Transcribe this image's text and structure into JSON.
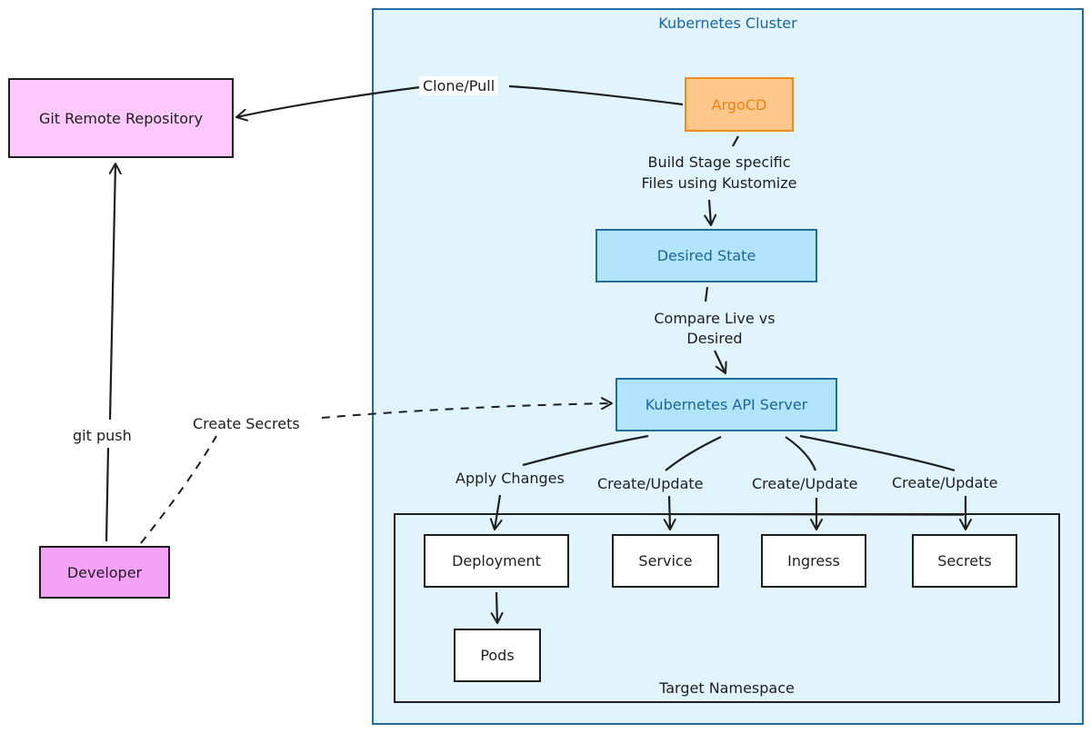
{
  "cluster": {
    "title": "Kubernetes Cluster"
  },
  "namespace": {
    "title": "Target Namespace"
  },
  "nodes": {
    "git": "Git Remote Repository",
    "developer": "Developer",
    "argocd": "ArgoCD",
    "desired_state": "Desired State",
    "api_server": "Kubernetes API Server",
    "deployment": "Deployment",
    "service": "Service",
    "ingress": "Ingress",
    "secrets": "Secrets",
    "pods": "Pods"
  },
  "edges": {
    "clone_pull": "Clone/Pull",
    "build_line1": "Build Stage specific",
    "build_line2": "Files using Kustomize",
    "compare_line1": "Compare Live vs",
    "compare_line2": "Desired",
    "git_push": "git push",
    "create_secrets": "Create Secrets",
    "apply_changes": "Apply Changes",
    "create_update_service": "Create/Update",
    "create_update_ingress": "Create/Update",
    "create_update_secrets": "Create/Update"
  },
  "colors": {
    "cluster_fill": "#e1f4fc",
    "cluster_stroke": "#1f6ea3",
    "git_fill": "#fdc8fd",
    "developer_fill": "#f3a2f5",
    "argocd_fill": "#ffc78a",
    "argocd_stroke": "#f08a1a",
    "blue_fill": "#b2e4fb"
  }
}
